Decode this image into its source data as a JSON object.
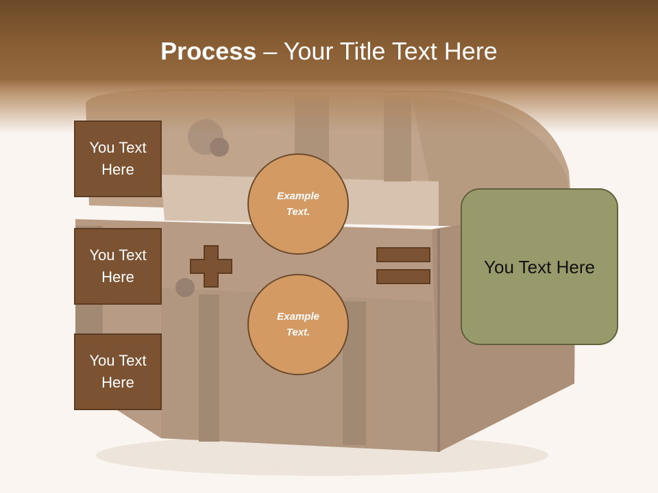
{
  "slide": {
    "title_bold": "Process",
    "title_rest": " – Your Title Text Here"
  },
  "left_boxes": [
    {
      "text": "You Text Here"
    },
    {
      "text": "You Text Here"
    },
    {
      "text": "You Text Here"
    }
  ],
  "circles": [
    {
      "text": "Example Text."
    },
    {
      "text": "Example Text."
    }
  ],
  "result_box": {
    "text": "You Text Here"
  },
  "colors": {
    "header": "#8a5f35",
    "side_box": "#7b5332",
    "circle": "#d39a64",
    "result_box": "#999a6b",
    "operator": "#7b5332"
  },
  "icons": [
    "plus-sign-icon",
    "equals-sign-icon"
  ]
}
